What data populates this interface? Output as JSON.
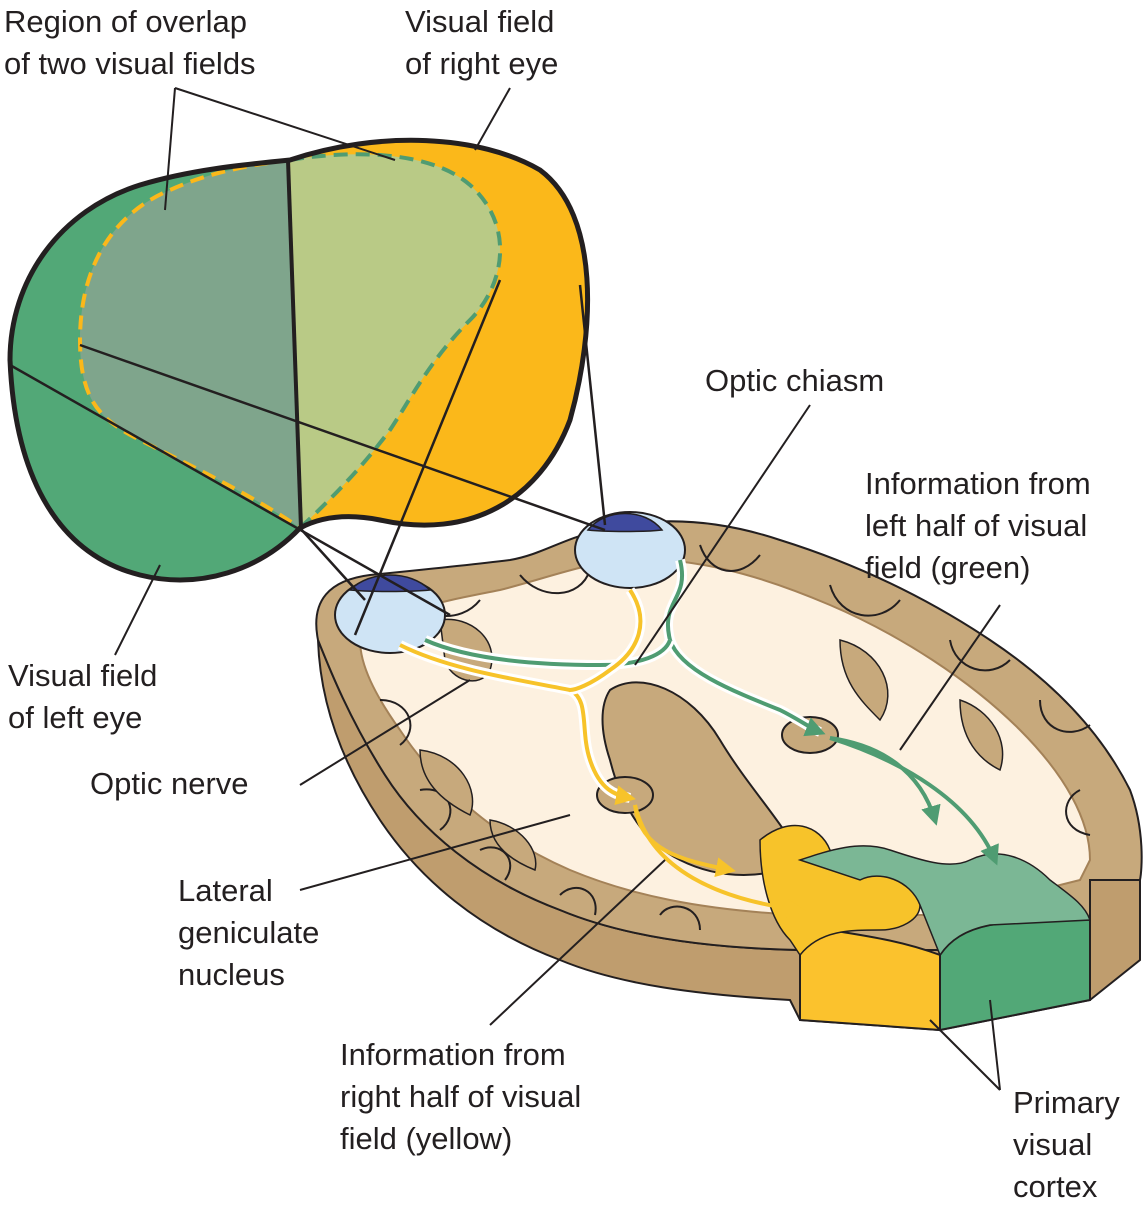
{
  "colors": {
    "left_eye_field": "#52a877",
    "right_eye_field": "#fbb81a",
    "overlap_left": "#7fa58c",
    "overlap_right": "#b9ca86",
    "brain_interior": "#fdf1e0",
    "brain_gray_matter": "#c7a97c",
    "brain_edge": "#a48258",
    "eye_ball": "#cfe4f5",
    "pupil": "#3f4a9e",
    "green_pathway": "#4f9c72",
    "yellow_pathway": "#f7c32a",
    "cortex_green": "#52a877",
    "cortex_yellow": "#fbc22d",
    "outline": "#231f20"
  },
  "labels": {
    "overlap_region": [
      "Region of overlap",
      "of two visual fields"
    ],
    "right_eye_field": [
      "Visual field",
      "of right eye"
    ],
    "left_eye_field": [
      "Visual field",
      "of left eye"
    ],
    "optic_chiasm": [
      "Optic chiasm"
    ],
    "left_half_info": [
      "Information from",
      "left half of visual",
      "field (green)"
    ],
    "optic_nerve": [
      "Optic nerve"
    ],
    "lgn": [
      "Lateral",
      "geniculate",
      "nucleus"
    ],
    "right_half_info": [
      "Information from",
      "right half of visual",
      "field (yellow)"
    ],
    "primary_cortex": [
      "Primary",
      "visual",
      "cortex"
    ]
  },
  "icons": [
    "eye-icon-left",
    "eye-icon-right",
    "arrow-icon"
  ]
}
